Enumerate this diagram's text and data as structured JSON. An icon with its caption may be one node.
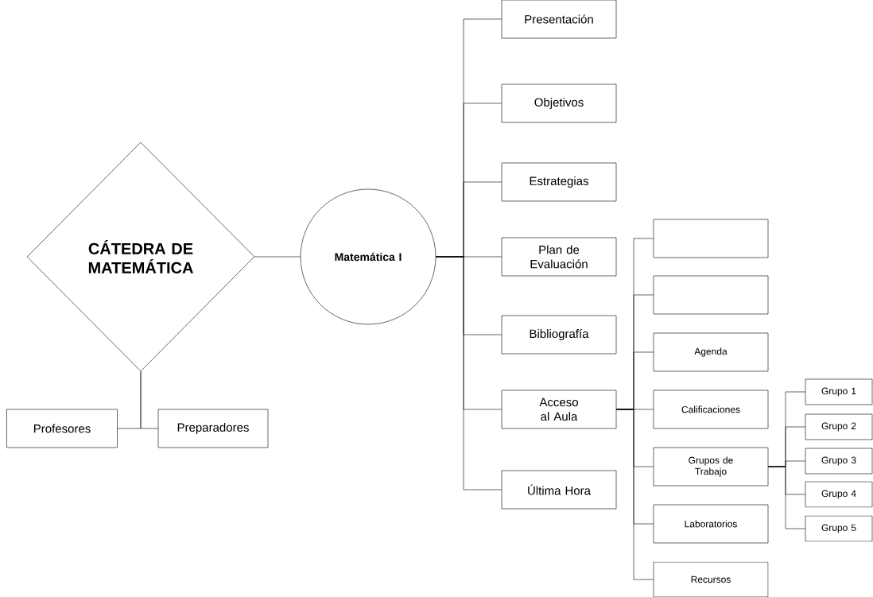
{
  "diagram": {
    "nodes": [
      {
        "text": [
          "CÁTEDRA DE MATEMÁTICA"
        ]
      },
      {
        "text": [
          "Profesores"
        ]
      },
      {
        "text": [
          "Preparadores"
        ]
      },
      {
        "text": [
          "Matemática I"
        ]
      },
      {
        "text": [
          "Presentación"
        ]
      },
      {
        "text": [
          "Objetivos"
        ]
      },
      {
        "text": [
          "Estrategias"
        ]
      },
      {
        "text": [
          "Plan de Evaluación"
        ]
      },
      {
        "text": [
          "Bibliografía"
        ]
      },
      {
        "text": [
          "Acceso al Aula"
        ]
      },
      {
        "text": [
          "Última Hora"
        ]
      },
      {
        "text": [],
        "shape": "box"
      },
      {
        "text": [],
        "shape": "box"
      },
      {
        "text": [
          "Agenda"
        ]
      },
      {
        "text": [
          "Calificaciones"
        ]
      },
      {
        "text": [
          "Grupos de Trabajo"
        ]
      },
      {
        "text": [
          "Laboratorios"
        ]
      },
      {
        "text": [
          "Recursos"
        ]
      },
      {
        "text": [
          "Grupo 1"
        ]
      },
      {
        "text": [
          "Grupo 2"
        ]
      },
      {
        "text": [
          "Grupo 3"
        ]
      },
      {
        "text": [
          "Grupo 4"
        ]
      },
      {
        "text": [
          "Grupo 5"
        ]
      }
    ],
    "edges": [
      {
        "from": 0,
        "to": 1,
        "arrow": "none"
      },
      {
        "from": 0,
        "to": 2,
        "arrow": "none"
      },
      {
        "from": 0,
        "to": 3,
        "arrow": "none"
      },
      {
        "from": 3,
        "to": 4,
        "arrow": "none"
      },
      {
        "from": 3,
        "to": 5,
        "arrow": "none"
      },
      {
        "from": 3,
        "to": 6,
        "arrow": "none"
      },
      {
        "from": 3,
        "to": 7,
        "arrow": "none"
      },
      {
        "from": 3,
        "to": 8,
        "arrow": "none"
      },
      {
        "from": 3,
        "to": 9,
        "arrow": "none"
      },
      {
        "from": 3,
        "to": 10,
        "arrow": "none"
      },
      {
        "from": 9,
        "to": 11,
        "arrow": "none"
      },
      {
        "from": 9,
        "to": 12,
        "arrow": "none"
      },
      {
        "from": 9,
        "to": 13,
        "arrow": "none"
      },
      {
        "from": 9,
        "to": 14,
        "arrow": "none"
      },
      {
        "from": 9,
        "to": 15,
        "arrow": "none"
      },
      {
        "from": 9,
        "to": 16,
        "arrow": "none"
      },
      {
        "from": 9,
        "to": 17,
        "arrow": "none"
      },
      {
        "from": 15,
        "to": 18,
        "arrow": "none"
      },
      {
        "from": 15,
        "to": 19,
        "arrow": "none"
      },
      {
        "from": 15,
        "to": 20,
        "arrow": "none"
      },
      {
        "from": 15,
        "to": 21,
        "arrow": "none"
      },
      {
        "from": 15,
        "to": 22,
        "arrow": "none"
      }
    ]
  }
}
